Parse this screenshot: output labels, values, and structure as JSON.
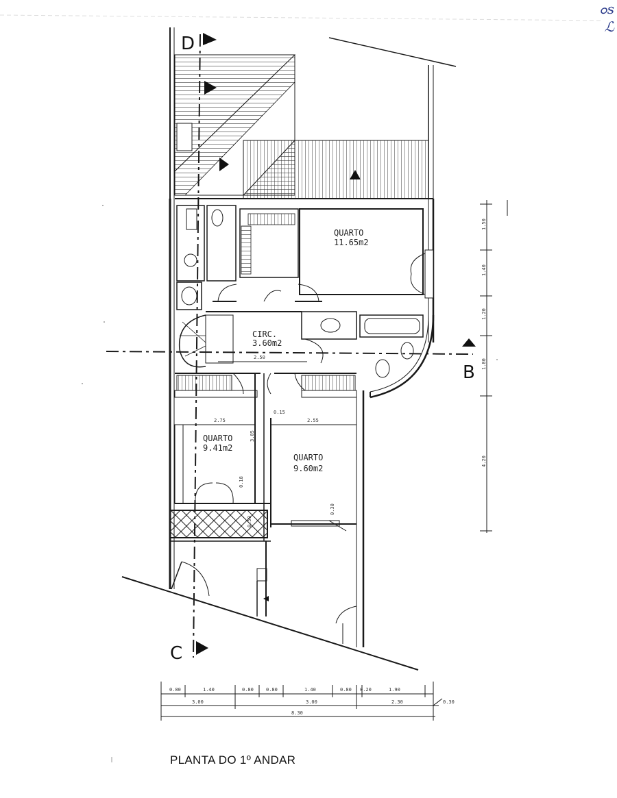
{
  "rooms": {
    "quarto_1": {
      "name": "QUARTO",
      "area": "11.65m2"
    },
    "circ": {
      "name": "CIRC.",
      "area": "3.60m2"
    },
    "quarto_2": {
      "name": "QUARTO",
      "area": "9.41m2"
    },
    "quarto_3": {
      "name": "QUARTO",
      "area": "9.60m2"
    }
  },
  "section_markers": {
    "d": "D",
    "b": "B",
    "c": "C"
  },
  "interior_dims": {
    "circ_width": "2.50",
    "q2_width": "2.75",
    "wall": "0.15",
    "q3_width": "2.55",
    "q2_depth": "3.05",
    "door_a": "0.18",
    "door_b": "0.50",
    "corner": "0.30"
  },
  "side_dims": [
    "1.50",
    "1.40",
    "1.20",
    "1.80",
    "4.20"
  ],
  "bottom_dims": {
    "row1": [
      "0.80",
      "1.40",
      "0.80",
      "0.80",
      "1.40",
      "0.80",
      "0.20",
      "1.90"
    ],
    "row2": [
      "3.00",
      "3.00",
      "2.30",
      "0.30"
    ],
    "total": "8.30"
  },
  "title": "PLANTA DO 1º ANDAR",
  "signature": [
    "ߋs",
    "ℒ"
  ],
  "colors": {
    "ink": "#1a1a1a",
    "paper": "#ffffff",
    "signature": "#2a3a8a"
  }
}
